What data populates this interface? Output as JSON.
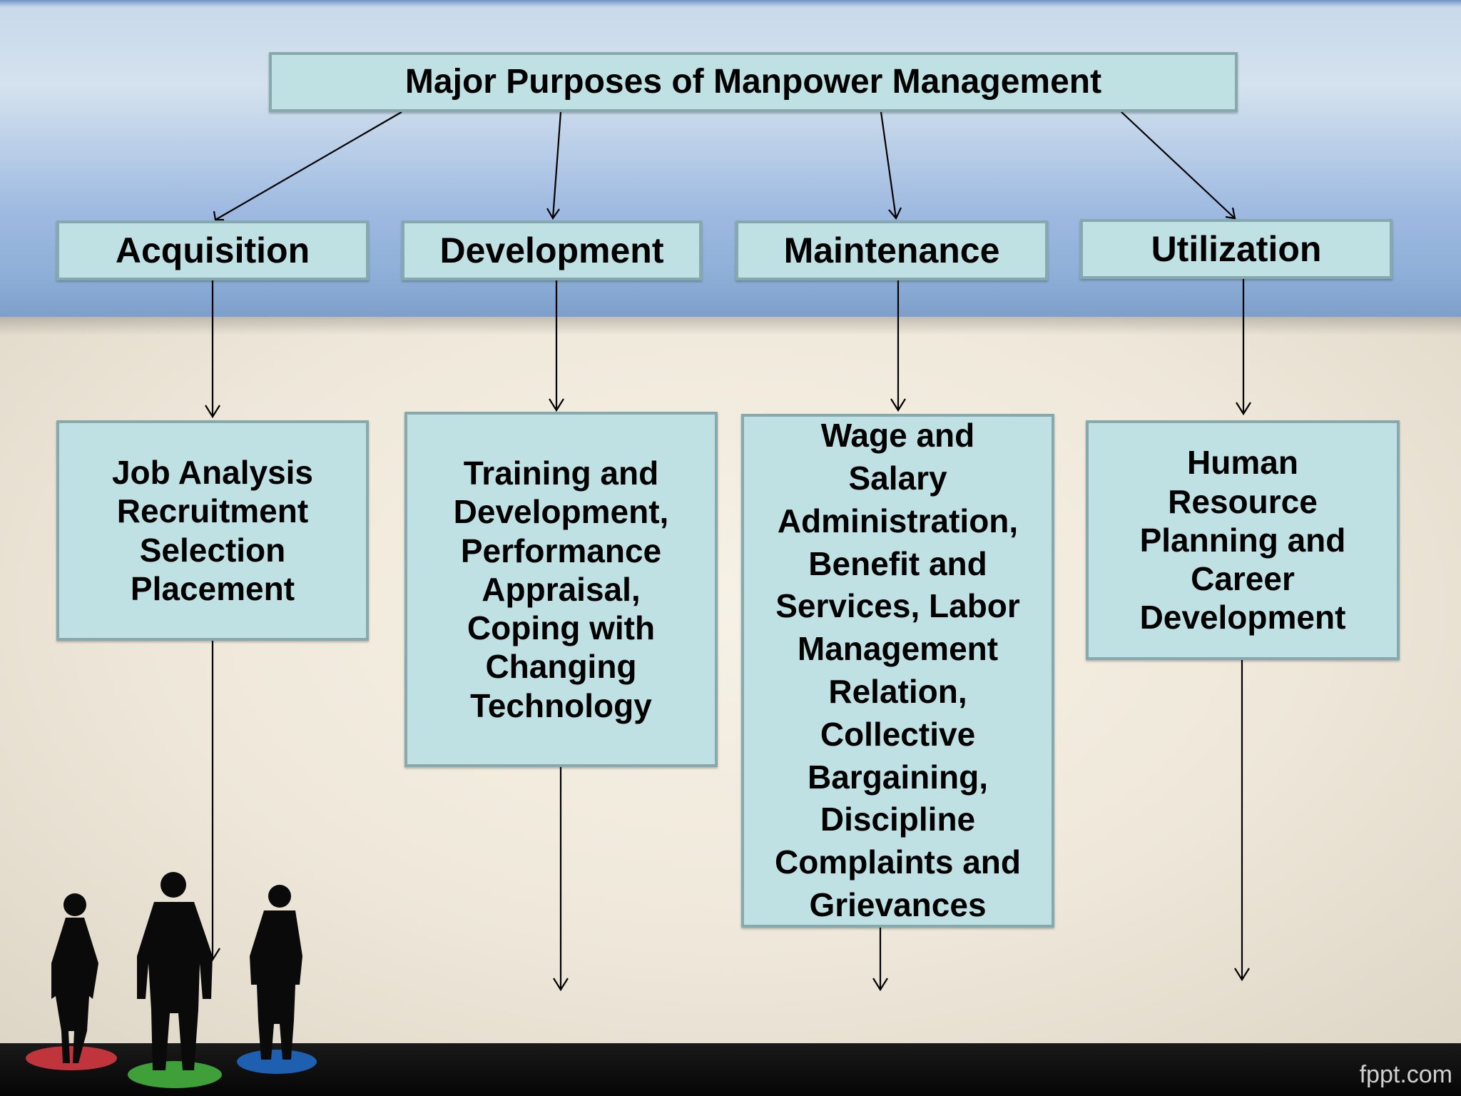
{
  "title": "Major Purposes of Manpower Management",
  "categories": [
    {
      "label": "Acquisition",
      "detail": "Job Analysis\nRecruitment\nSelection\nPlacement"
    },
    {
      "label": "Development",
      "detail": "Training and\nDevelopment,\nPerformance\nAppraisal,\nCoping with\nChanging\nTechnology"
    },
    {
      "label": "Maintenance",
      "detail": "Wage and\nSalary\nAdministration,\nBenefit and\nServices, Labor\nManagement\nRelation,\nCollective\nBargaining,\nDiscipline\nComplaints and\nGrievances"
    },
    {
      "label": "Utilization",
      "detail": "Human\nResource\nPlanning and\nCareer\nDevelopment"
    }
  ],
  "footer": "fppt.com",
  "colors": {
    "box_fill": "#bfe1e3",
    "box_border": "#86a9ad",
    "spot_red": "#c0343c",
    "spot_green": "#3fa03a",
    "spot_blue": "#1f5fb0"
  }
}
